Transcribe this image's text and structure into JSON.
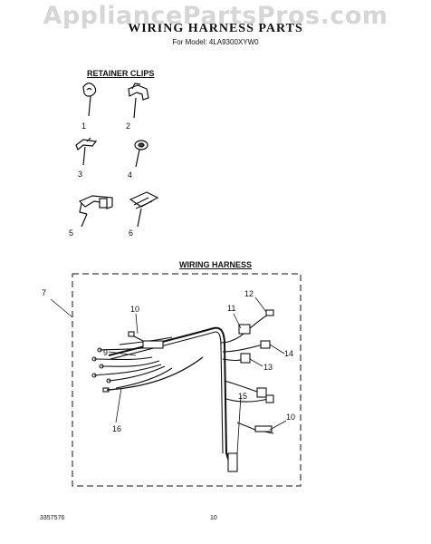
{
  "watermark": "AppliancePartsPros.com",
  "title": "WIRING HARNESS PARTS",
  "subtitle": "For Model: 4LA9300XYW0",
  "retainer_heading": "RETAINER CLIPS",
  "harness_heading": "WIRING HARNESS",
  "labels": {
    "c1": "1",
    "c2": "2",
    "c3": "3",
    "c4": "4",
    "c5": "5",
    "c6": "6",
    "h7": "7",
    "h9": "9",
    "h10a": "10",
    "h10b": "10",
    "h11": "11",
    "h12": "12",
    "h13": "13",
    "h14": "14",
    "h15": "15",
    "h16": "16"
  },
  "footer": {
    "doc_number": "3357576",
    "page": "10"
  }
}
